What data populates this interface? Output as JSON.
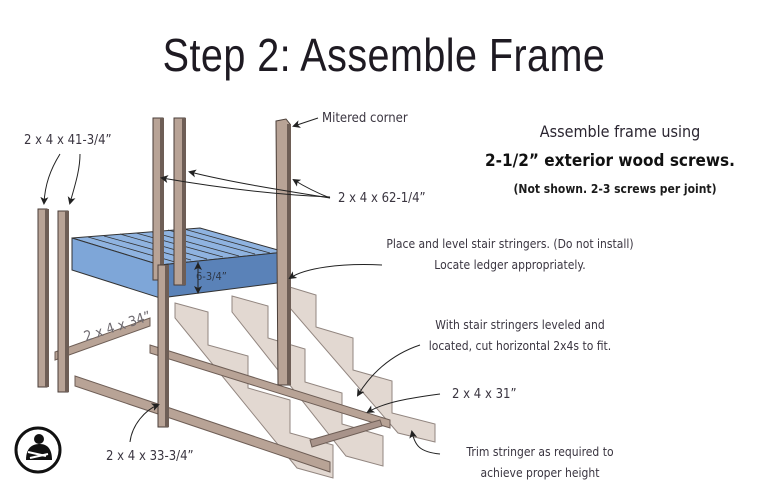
{
  "title": "Step 2: Assemble Frame",
  "instructions": {
    "line1": "Assemble frame using",
    "line2": "2-1/2” exterior wood screws.",
    "line3": "(Not shown. 2-3 screws per joint)"
  },
  "labels": {
    "front_posts": "2 x 4 x 41-3/4”",
    "mitered_corner": "Mitered corner",
    "rear_posts": "2 x 4 x 62-1/4”",
    "deck_height": "6-3/4”",
    "side_rail": "2 x 4 x 34”",
    "bottom_rail": "2 x 4 x 33-3/4”",
    "cross_piece": "2 x 4 x 31”"
  },
  "notes": {
    "stringers_line1": "Place and level stair stringers. (Do not install)",
    "stringers_line2": "Locate ledger appropriately.",
    "horizontal_line1": "With stair stringers leveled and",
    "horizontal_line2": "located, cut horizontal 2x4s to fit.",
    "trim_line1": "Trim stringer as required to",
    "trim_line2": "achieve proper height"
  },
  "colors": {
    "wood": "#b8a396",
    "wood_dark": "#6e5e56",
    "deck": "#7ea6d8",
    "deck_dark": "#5a82b8",
    "stringer": "#d9cbc2",
    "ink": "#222222"
  },
  "logo": "woodworker-logo-icon"
}
